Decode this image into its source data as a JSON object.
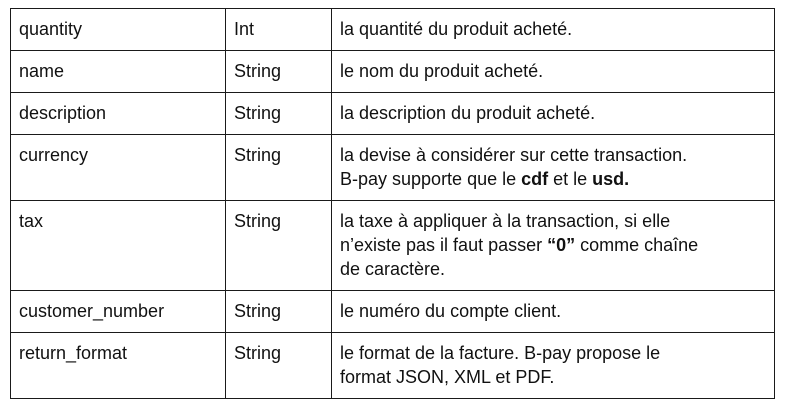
{
  "rows": [
    {
      "name": "quantity",
      "type": "Int",
      "description_lines": [
        [
          {
            "text": "la quantité du produit acheté.",
            "bold": false
          }
        ]
      ]
    },
    {
      "name": "name",
      "type": "String",
      "description_lines": [
        [
          {
            "text": "le nom du produit acheté.",
            "bold": false
          }
        ]
      ]
    },
    {
      "name": "description",
      "type": "String",
      "description_lines": [
        [
          {
            "text": "la description du produit acheté.",
            "bold": false
          }
        ]
      ]
    },
    {
      "name": "currency",
      "type": "String",
      "description_lines": [
        [
          {
            "text": "la devise à considérer sur cette transaction.",
            "bold": false
          }
        ],
        [
          {
            "text": "B-pay supporte que le ",
            "bold": false
          },
          {
            "text": "cdf",
            "bold": true
          },
          {
            "text": " et le ",
            "bold": false
          },
          {
            "text": "usd.",
            "bold": true
          }
        ]
      ]
    },
    {
      "name": "tax",
      "type": "String",
      "description_lines": [
        [
          {
            "text": "la taxe à appliquer à la transaction, si elle",
            "bold": false
          }
        ],
        [
          {
            "text": "n’existe pas il faut passer ",
            "bold": false
          },
          {
            "text": "“0”",
            "bold": true
          },
          {
            "text": " comme chaîne",
            "bold": false
          }
        ],
        [
          {
            "text": "de caractère.",
            "bold": false
          }
        ]
      ]
    },
    {
      "name": "customer_number",
      "type": "String",
      "description_lines": [
        [
          {
            "text": "le numéro du compte client.",
            "bold": false
          }
        ]
      ]
    },
    {
      "name": "return_format",
      "type": "String",
      "description_lines": [
        [
          {
            "text": "le format de la facture. B-pay propose le",
            "bold": false
          }
        ],
        [
          {
            "text": "format JSON, XML et PDF.",
            "bold": false
          }
        ]
      ]
    }
  ]
}
